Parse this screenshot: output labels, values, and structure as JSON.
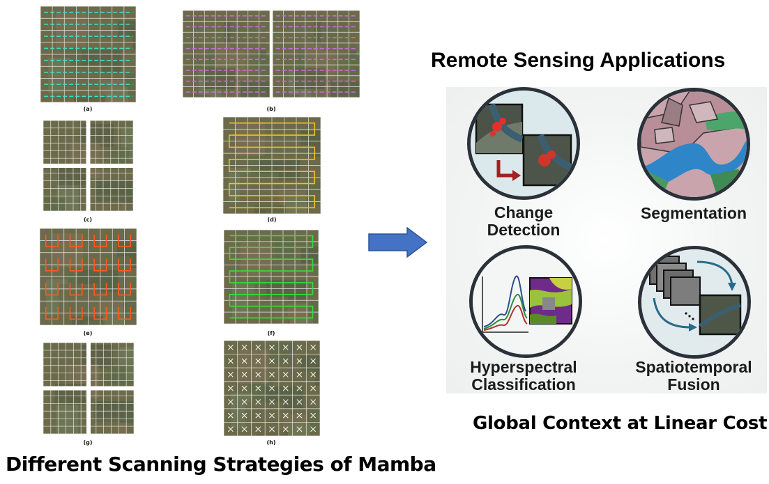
{
  "left": {
    "title": "Different Scanning Strategies of Mamba",
    "panels": [
      {
        "label": "(a)",
        "arrow_color": "#3fe0c8"
      },
      {
        "label": "(b)",
        "arrow_color": "#c86ad8"
      },
      {
        "label": "(c)",
        "arrow_color": "#ffffff"
      },
      {
        "label": "(d)",
        "arrow_color": "#f2c21b"
      },
      {
        "label": "(e)",
        "arrow_color": "#ff5a1a"
      },
      {
        "label": "(f)",
        "arrow_color": "#33e03a"
      },
      {
        "label": "(g)",
        "arrow_color": "#9a7ad0"
      },
      {
        "label": "(h)",
        "arrow_color": "#29c8e0"
      }
    ]
  },
  "right": {
    "title": "Remote Sensing Applications",
    "applications": [
      {
        "label": "Change Detection",
        "icon": "change-detection-icon"
      },
      {
        "label": "Segmentation",
        "icon": "segmentation-icon"
      },
      {
        "label": "Hyperspectral Classification",
        "icon": "hyperspectral-icon"
      },
      {
        "label": "Spatiotemporal Fusion",
        "icon": "spatiotemporal-icon"
      }
    ],
    "footer": "Global Context at Linear Cost"
  },
  "colors": {
    "flow_arrow": "#4472c4",
    "circle_border": "#2a3138"
  }
}
